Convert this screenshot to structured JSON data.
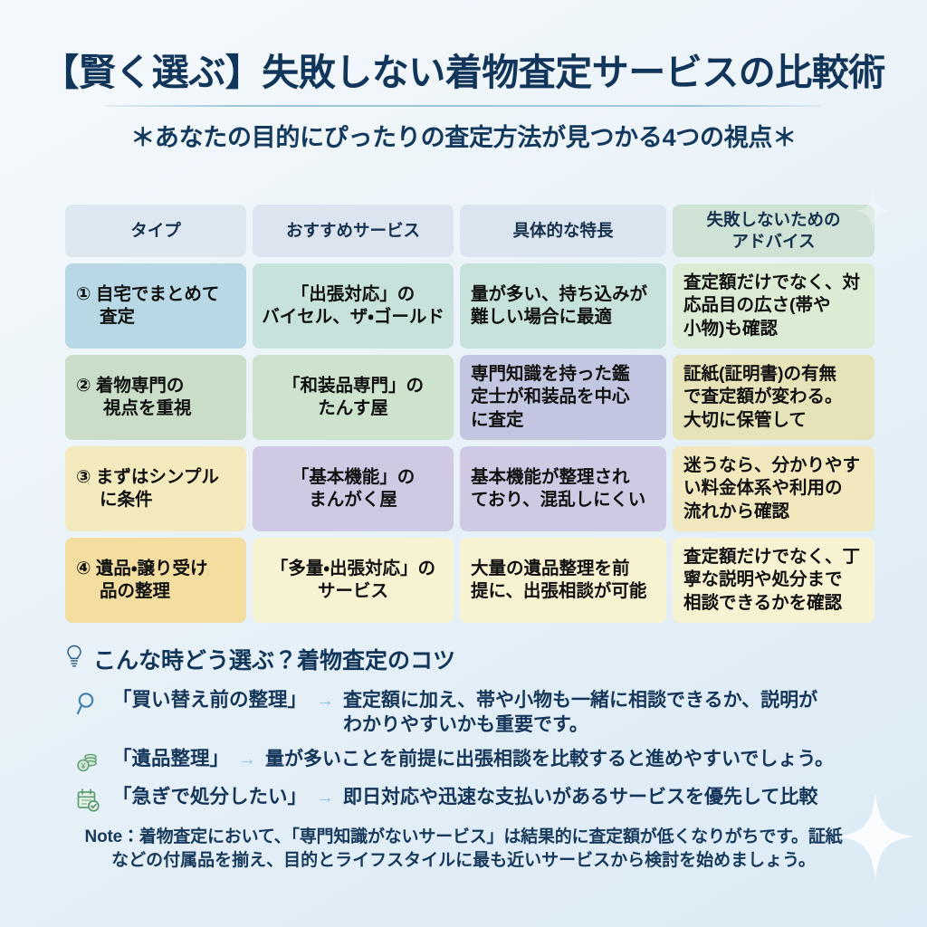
{
  "header": {
    "title": "【賢く選ぶ】失敗しない着物査定サービスの比較術",
    "subtitle": "＊あなたの目的にぴったりの査定方法が見つかる4つの視点＊"
  },
  "table": {
    "columns": [
      {
        "label": "タイプ",
        "lines": [
          "タイプ"
        ]
      },
      {
        "label": "おすすめサービス",
        "lines": [
          "おすすめサービス"
        ]
      },
      {
        "label": "具体的な特長",
        "lines": [
          "具体的な特長"
        ]
      },
      {
        "label": "失敗しないためのアドバイス",
        "lines": [
          "失敗しないための",
          "アドバイス"
        ]
      }
    ],
    "header_colors": [
      "#dce7f0",
      "#dbe4ef",
      "#dbe5ef",
      "#cee3d6"
    ],
    "rows": [
      {
        "type": {
          "lines": [
            "① 自宅でまとめて",
            "査定"
          ]
        },
        "service": {
          "lines": [
            "「出張対応」の",
            "バイセル、ザ・ゴールド"
          ]
        },
        "feature": {
          "lines": [
            "量が多い、持ち込みが",
            "難しい場合に最適"
          ]
        },
        "advice": {
          "lines": [
            "査定額だけでなく、対",
            "応品目の広さ(帯や",
            "小物)も確認"
          ]
        },
        "colors": [
          "#b7d8e4",
          "#c7e2dd",
          "#c7e2dd",
          "#dbebd4"
        ]
      },
      {
        "type": {
          "lines": [
            "② 着物専門の",
            "視点を重視"
          ]
        },
        "service": {
          "lines": [
            "「和装品専門」の",
            "たんす屋"
          ]
        },
        "feature": {
          "lines": [
            "専門知識を持った鑑",
            "定士が和装品を中心",
            "に査定"
          ]
        },
        "advice": {
          "lines": [
            "証紙(証明書)の有無",
            "で査定額が変わる。",
            "大切に保管して"
          ]
        },
        "colors": [
          "#c9ddc8",
          "#cde3ce",
          "#c3c6e0",
          "#e6e3b8"
        ]
      },
      {
        "type": {
          "lines": [
            "③ まずはシンプル",
            "に条件"
          ]
        },
        "service": {
          "lines": [
            "「基本機能」の",
            "まんがく屋"
          ]
        },
        "feature": {
          "lines": [
            "基本機能が整理され",
            "ており、混乱しにくい"
          ]
        },
        "advice": {
          "lines": [
            "迷うなら、分かりやす",
            "い料金体系や利用の",
            "流れから確認"
          ]
        },
        "colors": [
          "#f3ebbe",
          "#cfc9e4",
          "#cfc9e4",
          "#f2e8be"
        ]
      },
      {
        "type": {
          "lines": [
            "④ 遺品・譲り受け",
            "品の整理"
          ]
        },
        "service": {
          "lines": [
            "「多量・出張対応」の",
            "サービス"
          ]
        },
        "feature": {
          "lines": [
            "大量の遺品整理を前",
            "提に、出張相談が可能"
          ]
        },
        "advice": {
          "lines": [
            "査定額だけでなく、丁",
            "寧な説明や処分まで",
            "相談できるかを確認"
          ]
        },
        "colors": [
          "#f3dd9f",
          "#f7f2d2",
          "#f7f2d2",
          "#f7f2d2"
        ]
      }
    ]
  },
  "tips": {
    "heading": "こんな時どう選ぶ？着物査定のコツ",
    "heading_icon": "lightbulb-icon",
    "arrow": "→",
    "items": [
      {
        "icon": "magnifier-icon",
        "label": "「買い替え前の整理」",
        "text_lines": [
          "査定額に加え、帯や小物も一緒に相談できるか、説明が",
          "わかりやすいかも重要です。"
        ]
      },
      {
        "icon": "coins-icon",
        "label": "「遺品整理」",
        "text_lines": [
          "量が多いことを前提に出張相談を比較すると進めやすいでしょう。"
        ]
      },
      {
        "icon": "calendar-check-icon",
        "label": "「急ぎで処分したい」",
        "text_lines": [
          "即日対応や迅速な支払いがあるサービスを優先して比較"
        ]
      }
    ]
  },
  "note": {
    "lines": [
      "Note：着物査定において、「専門知識がないサービス」は結果的に査定額が低くなりがちです。証紙",
      "などの付属品を揃え、目的とライフスタイルに最も近いサービスから検討を始めましょう。"
    ]
  },
  "colors": {
    "ink": "#12355b",
    "arrow": "#8ec3e2",
    "rule": "#9ec6dc",
    "icon_green": "#6aa87d",
    "icon_blue": "#3f7fb5"
  }
}
